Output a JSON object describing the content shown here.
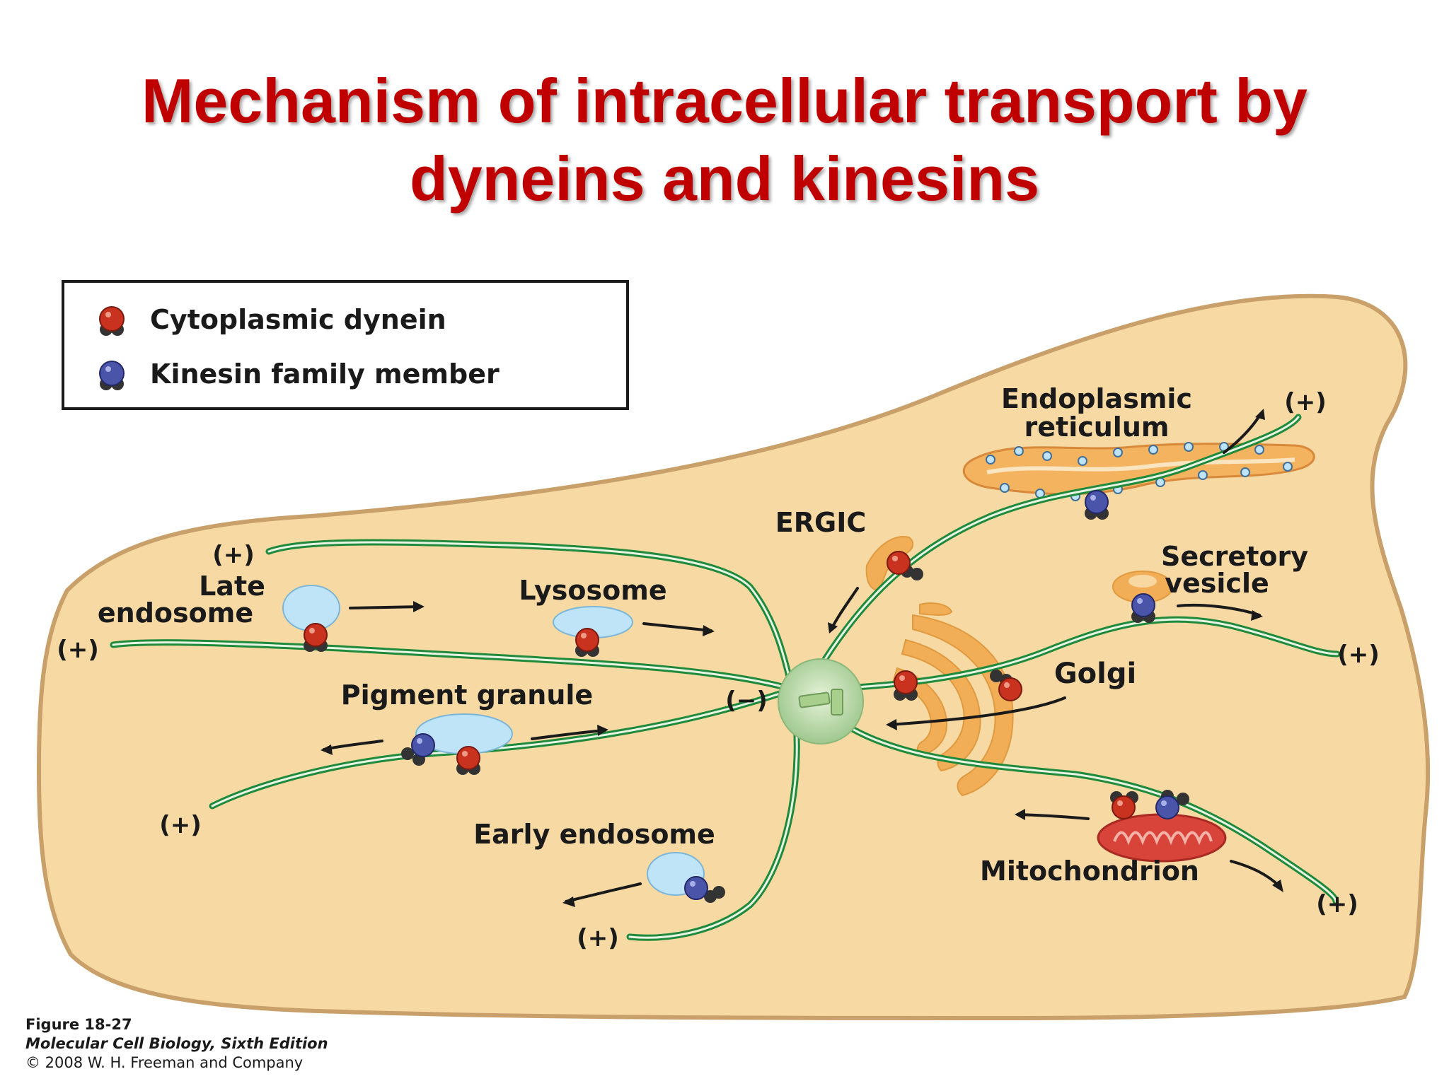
{
  "title": {
    "line1": "Mechanism of intracellular transport by",
    "line2": "dyneins and kinesins"
  },
  "legend": {
    "items": [
      {
        "label": "Cytoplasmic dynein",
        "color": "#c8321e"
      },
      {
        "label": "Kinesin family member",
        "color": "#4a54a8"
      }
    ]
  },
  "labels": {
    "endoplasmic_reticulum_1": "Endoplasmic",
    "endoplasmic_reticulum_2": "reticulum",
    "ergic": "ERGIC",
    "secretory_vesicle_1": "Secretory",
    "secretory_vesicle_2": "vesicle",
    "late_endosome_1": "Late",
    "late_endosome_2": "endosome",
    "lysosome": "Lysosome",
    "golgi": "Golgi",
    "pigment_granule": "Pigment granule",
    "early_endosome": "Early endosome",
    "mitochondrion": "Mitochondrion"
  },
  "ends": {
    "plus": "(+)",
    "minus": "(−)"
  },
  "caption": {
    "line1": "Figure 18-27",
    "line2": "Molecular Cell Biology, Sixth Edition",
    "line3": "© 2008 W. H. Freeman and Company"
  },
  "colors": {
    "cell": "#f6d9a3",
    "microtubule": "#1f8a3c",
    "organelle_blue": "#bfe4f7",
    "golgi_orange": "#f2ae56",
    "mitochondrion_red": "#d8443a",
    "title_red": "#c00000"
  }
}
